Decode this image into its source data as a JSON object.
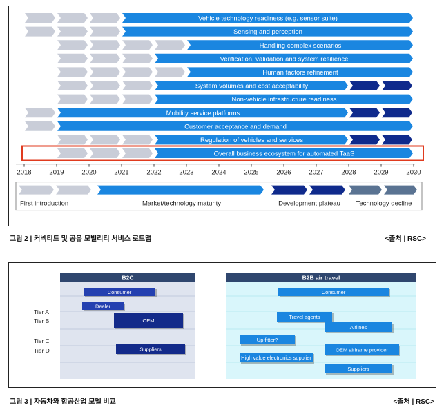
{
  "figure2": {
    "caption": "그림 2 | 커넥티드 및 공유 모빌리티 서비스 로드맵",
    "source": "<출처 | RSC>",
    "years": [
      "2018",
      "2019",
      "2020",
      "2021",
      "2022",
      "2023",
      "2024",
      "2025",
      "2026",
      "2027",
      "2028",
      "2029",
      "2030"
    ],
    "rows": [
      {
        "label": "Vehicle technology readiness (e.g. sensor suite)",
        "grey": [
          2018,
          2021
        ],
        "blue": [
          2021,
          2030
        ],
        "dark": []
      },
      {
        "label": "Sensing and perception",
        "grey": [
          2018,
          2021
        ],
        "blue": [
          2021,
          2030
        ],
        "dark": []
      },
      {
        "label": "Handling complex scenarios",
        "grey": [
          2019,
          2023
        ],
        "blue": [
          2023,
          2030
        ],
        "dark": []
      },
      {
        "label": "Verification, validation and system resilience",
        "grey": [
          2019,
          2022
        ],
        "blue": [
          2022,
          2030
        ],
        "dark": []
      },
      {
        "label": "Human factors refinement",
        "grey": [
          2019,
          2023
        ],
        "blue": [
          2023,
          2030
        ],
        "dark": []
      },
      {
        "label": "System volumes and cost acceptability",
        "grey": [
          2019,
          2022
        ],
        "blue": [
          2022,
          2028
        ],
        "dark": [
          2028,
          2030
        ]
      },
      {
        "label": "Non-vehicle infrastructure readiness",
        "grey": [
          2019,
          2022
        ],
        "blue": [
          2022,
          2030
        ],
        "dark": []
      },
      {
        "label": "Mobility service platforms",
        "grey": [
          2018,
          2019
        ],
        "blue": [
          2019,
          2028
        ],
        "dark": [
          2028,
          2030
        ]
      },
      {
        "label": "Customer acceptance and demand",
        "grey": [
          2018,
          2019
        ],
        "blue": [
          2019,
          2030
        ],
        "dark": []
      },
      {
        "label": "Regulation of vehicles and services",
        "grey": [
          2019,
          2022
        ],
        "blue": [
          2022,
          2028
        ],
        "dark": [
          2028,
          2030
        ]
      },
      {
        "label": "Overall business ecosystem for automated TaaS",
        "grey": [
          2019,
          2022
        ],
        "blue": [
          2022,
          2030
        ],
        "dark": [],
        "highlight": true
      }
    ],
    "legend": [
      {
        "label": "First introduction",
        "color": "#c9cdd8"
      },
      {
        "label": "Market/technology maturity",
        "color": "#1a86e0"
      },
      {
        "label": "Development plateau",
        "color": "#0f2a8c"
      },
      {
        "label": "Technology decline",
        "color": "#5a7392"
      }
    ],
    "colors": {
      "grey": "#c9cdd8",
      "blue": "#1a86e0",
      "dark": "#0f2a8c",
      "decline": "#5a7392",
      "highlight": "#e03b1f"
    }
  },
  "figure3": {
    "caption": "그림 3 | 자동차와 항공산업 모델 비교",
    "source": "<출처 | RSC>",
    "panel_b2c": "B2C",
    "panel_b2b": "B2B air travel",
    "tier_labels": {
      "a": "Tier A",
      "b": "Tier B",
      "c": "Tier C",
      "d": "Tier D"
    },
    "b2c_boxes": [
      {
        "label": "Consumer",
        "shade": "mid"
      },
      {
        "label": "Dealer",
        "shade": "mid"
      },
      {
        "label": "OEM",
        "shade": "dark"
      },
      {
        "label": "Suppliers",
        "shade": "dark"
      }
    ],
    "b2b_boxes": [
      {
        "label": "Consumer",
        "shade": "light"
      },
      {
        "label": "Travel agents",
        "shade": "light"
      },
      {
        "label": "Airlines",
        "shade": "light"
      },
      {
        "label": "Up fitter?",
        "shade": "light"
      },
      {
        "label": "OEM airframe provider",
        "shade": "light"
      },
      {
        "label": "High value electronics supplier",
        "shade": "light"
      },
      {
        "label": "Suppliers",
        "shade": "light"
      }
    ],
    "colors": {
      "b2c_bg": "#dfe4ef",
      "b2b_bg": "#d9f6fb",
      "header": "#2f466e",
      "mid": "#2440b0",
      "dark": "#132a8a",
      "light": "#1a86e0"
    }
  }
}
